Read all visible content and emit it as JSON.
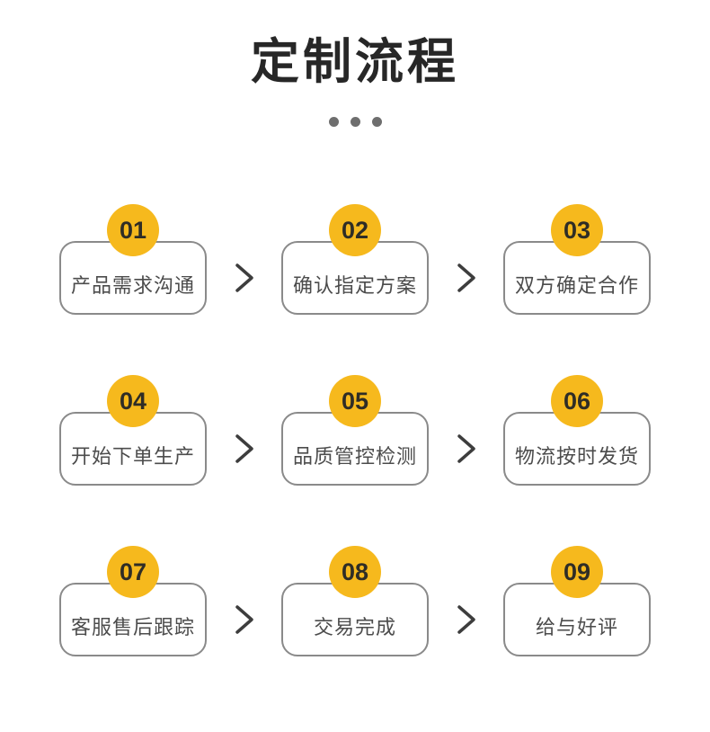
{
  "title": {
    "text": "定制流程"
  },
  "colors": {
    "accent": "#F6B91D",
    "number_text": "#2F2D26",
    "box_border": "#8A8A8A",
    "box_text": "#4C4C4C",
    "chevron": "#3D3D3D",
    "dot": "#6E6E6E",
    "title": "#272727",
    "background": "#FFFFFF"
  },
  "steps": [
    {
      "number": "01",
      "label": "产品需求沟通"
    },
    {
      "number": "02",
      "label": "确认指定方案"
    },
    {
      "number": "03",
      "label": "双方确定合作"
    },
    {
      "number": "04",
      "label": "开始下单生产"
    },
    {
      "number": "05",
      "label": "品质管控检测"
    },
    {
      "number": "06",
      "label": "物流按时发货"
    },
    {
      "number": "07",
      "label": "客服售后跟踪"
    },
    {
      "number": "08",
      "label": "交易完成"
    },
    {
      "number": "09",
      "label": "给与好评"
    }
  ]
}
